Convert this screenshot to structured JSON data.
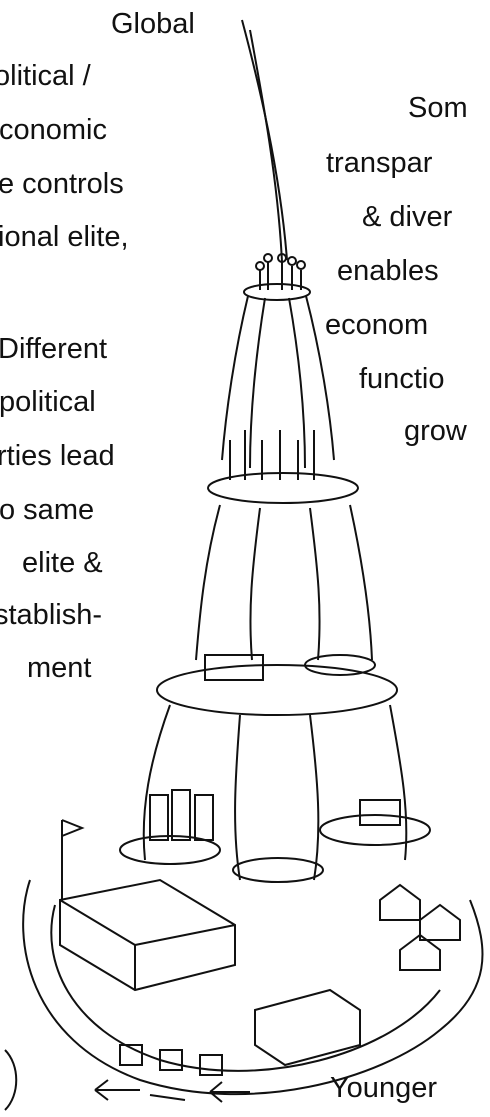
{
  "left_text": {
    "block1": [
      "Global",
      "olitical /",
      "conomic",
      "e controls",
      "ional elite,"
    ],
    "block2": [
      "Different",
      "political",
      "rties lead",
      "o same",
      "elite &",
      "stablish-",
      "ment"
    ]
  },
  "right_text": {
    "block1": [
      "Som",
      "transpar",
      "& diver",
      "enables",
      "econom",
      "functio",
      "grow"
    ]
  },
  "footer_text": "Younger",
  "colors": {
    "ink": "#111111",
    "background": "#ffffff"
  }
}
